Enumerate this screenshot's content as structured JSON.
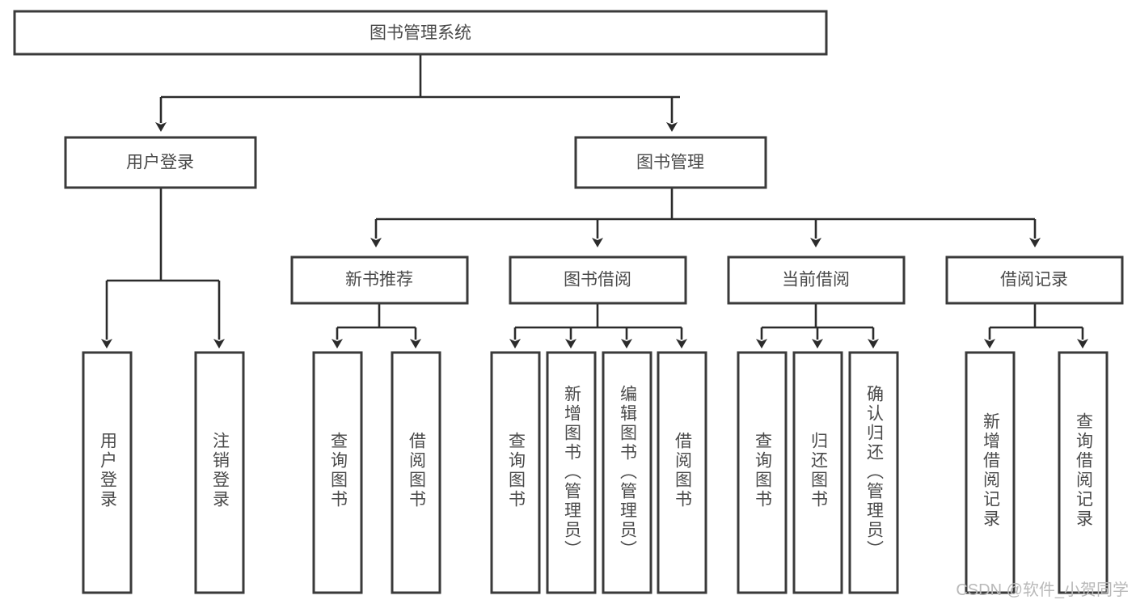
{
  "diagram": {
    "title": "图书管理系统",
    "type": "tree",
    "orientation": "top-down",
    "colors": {
      "box_fill": "#ffffff",
      "box_stroke": "#3a3a3a",
      "label_color": "#4a4a4a",
      "connector_color": "#2b2b2b",
      "watermark_color": "#b9b9b9",
      "background": "#ffffff"
    },
    "root": {
      "label": "图书管理系统"
    },
    "level2": [
      {
        "label": "用户登录"
      },
      {
        "label": "图书管理"
      }
    ],
    "level3": [
      {
        "label": "新书推荐"
      },
      {
        "label": "图书借阅"
      },
      {
        "label": "当前借阅"
      },
      {
        "label": "借阅记录"
      }
    ],
    "leaves": {
      "user_login": [
        {
          "label": "用户登录"
        },
        {
          "label": "注销登录"
        }
      ],
      "new_book_recommend": [
        {
          "label": "查询图书"
        },
        {
          "label": "借阅图书"
        }
      ],
      "book_borrow": [
        {
          "label": "查询图书"
        },
        {
          "label": "新增图书（管理员）"
        },
        {
          "label": "编辑图书（管理员）"
        },
        {
          "label": "借阅图书"
        }
      ],
      "current_borrow": [
        {
          "label": "查询图书"
        },
        {
          "label": "归还图书"
        },
        {
          "label": "确认归还（管理员）"
        }
      ],
      "borrow_record": [
        {
          "label": "新增借阅记录"
        },
        {
          "label": "查询借阅记录"
        }
      ]
    }
  },
  "watermark": {
    "text": "CSDN @软件_小贺同学"
  }
}
